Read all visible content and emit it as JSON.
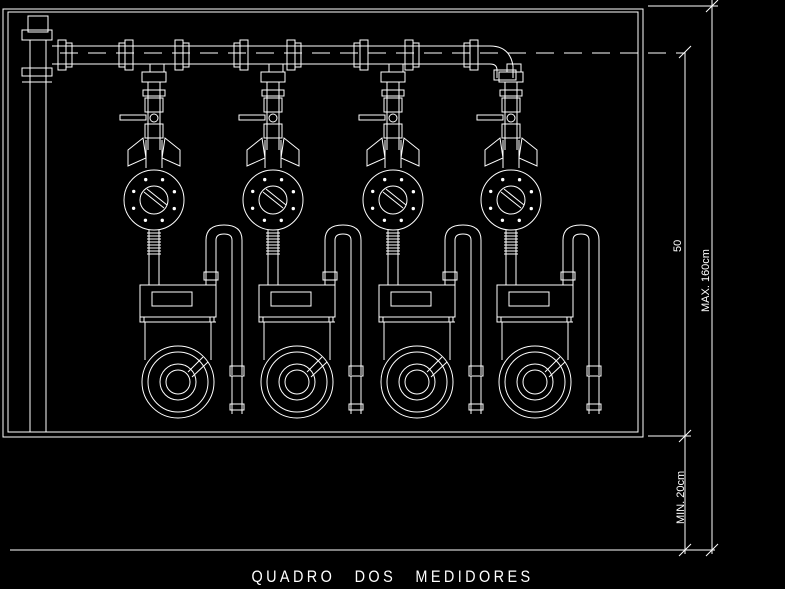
{
  "drawing": {
    "title": "QUADRO   DOS   MEDIDORES",
    "dim_height": "50",
    "dim_max": "MAX. 160cm",
    "dim_min": "MIN. 20cm"
  },
  "colors": {
    "background": "#000000",
    "lines": "#ffffff"
  },
  "meters": {
    "count": 4
  }
}
